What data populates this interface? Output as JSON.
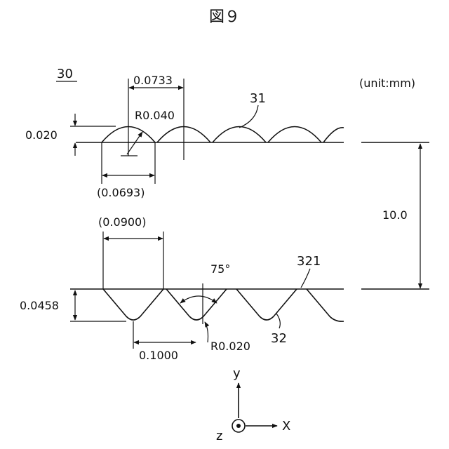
{
  "figure": {
    "title": "図９",
    "ref_30": "30",
    "unit": "(unit:mm)",
    "ref_31": "31",
    "ref_32": "32",
    "ref_321": "321"
  },
  "upper_lens": {
    "pitch": "0.0733",
    "radius": "R0.040",
    "height": "0.020",
    "chord": "(0.0693)"
  },
  "lower_prism": {
    "top_width": "(0.0900)",
    "angle": "75°",
    "depth": "0.0458",
    "tip_radius": "R0.020",
    "pitch": "0.1000"
  },
  "thickness": "10.0",
  "axes": {
    "y": "y",
    "x": "X",
    "z": "z"
  }
}
